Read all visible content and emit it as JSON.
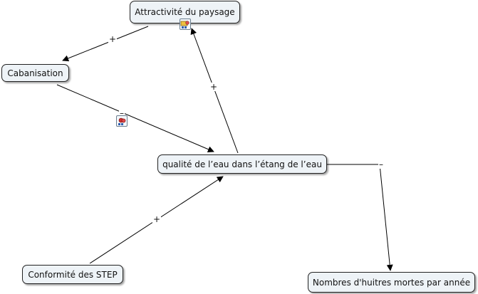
{
  "nodes": {
    "attractivite": "Attractivité du paysage",
    "cabanisation": "Cabanisation",
    "qualite": "qualité de l’eau dans l’étang de l’eau",
    "conformite": "Conformité des STEP",
    "huitres": "Nombres d'huitres mortes par année"
  },
  "links": {
    "attractivite_cabanisation": "+",
    "cabanisation_qualite": "–",
    "qualite_attractivite": "+",
    "conformite_qualite": "+",
    "qualite_huitres": "–"
  },
  "icons": {
    "attractivite_resource": "resource-folder-icon",
    "cabanisation_link_resource": "resource-folder-icon"
  },
  "colors": {
    "node_fill": "#eef3f7",
    "node_border": "#222222",
    "line": "#000000"
  }
}
